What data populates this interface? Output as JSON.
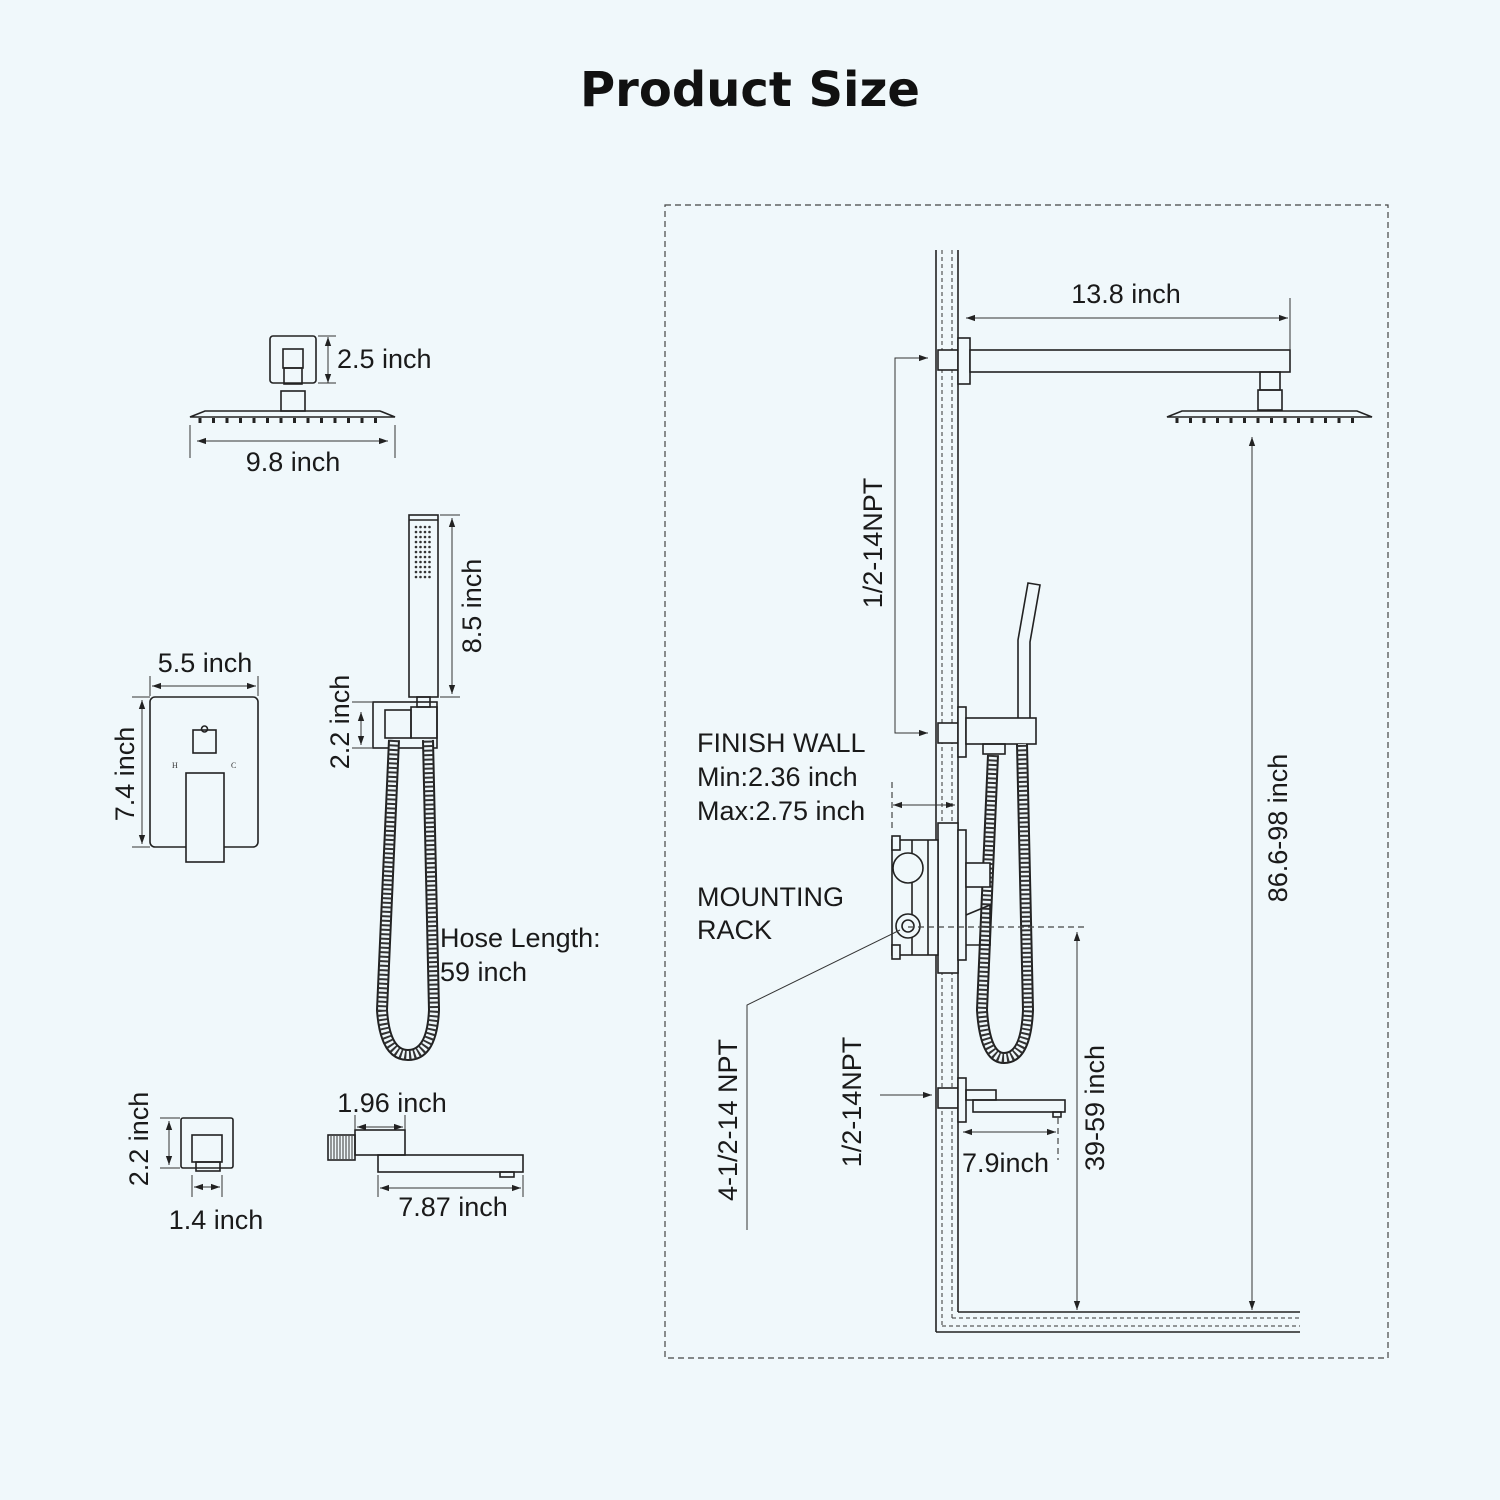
{
  "title": "Product Size",
  "shower_head": {
    "flange_height": "2.5 inch",
    "width": "9.8 inch"
  },
  "hand_shower": {
    "length": "8.5 inch",
    "holder_height": "2.2 inch",
    "hose_label": "Hose Length:",
    "hose_value": "59 inch"
  },
  "valve_trim": {
    "width": "5.5 inch",
    "height": "7.4 inch",
    "hot_label": "H",
    "cold_label": "C"
  },
  "wall_outlet": {
    "height": "2.2 inch",
    "width": "1.4 inch"
  },
  "tub_spout": {
    "connector_length": "1.96 inch",
    "length": "7.87 inch"
  },
  "installation": {
    "arm_length": "13.8 inch",
    "arm_thread": "1/2-14NPT",
    "finish_wall_title": "FINISH WALL",
    "finish_wall_min": "Min:2.36 inch",
    "finish_wall_max": "Max:2.75 inch",
    "mounting_rack_line1": "MOUNTING",
    "mounting_rack_line2": "RACK",
    "valve_thread": "4-1/2-14 NPT",
    "spout_thread": "1/2-14NPT",
    "spout_reach": "7.9inch",
    "valve_height": "39-59 inch",
    "head_height": "86.6-98 inch"
  }
}
